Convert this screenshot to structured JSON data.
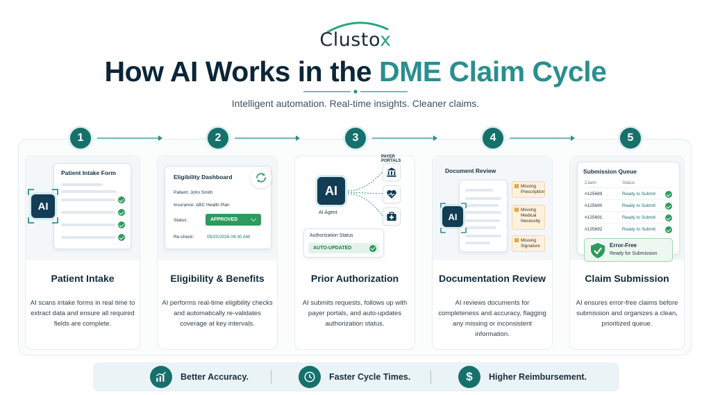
{
  "brand": {
    "logo_text": "Clusto",
    "logo_accent": "x"
  },
  "header": {
    "title_main": "How AI Works in the",
    "title_accent": "DME Claim Cycle",
    "subtitle": "Intelligent automation. Real-time insights. Cleaner claims."
  },
  "colors": {
    "teal": "#16706c",
    "accent": "#2a8f8e",
    "navy": "#0c2638",
    "check_green": "#2e9a5e",
    "warning": "#e89d2c"
  },
  "steps": [
    {
      "number": "1",
      "title": "Patient Intake",
      "description": "AI scans intake forms in real time to extract data and ensure all required fields are complete.",
      "card": {
        "title": "Patient Intake Form"
      },
      "ai_label": "AI"
    },
    {
      "number": "2",
      "title": "Eligibility & Benefits",
      "description": "AI performs real-time eligibility checks and automatically re-validates coverage at key intervals.",
      "card": {
        "title": "Eligibility Dashboard",
        "patient_label": "Patient:",
        "patient_value": "John Smith",
        "insurance_label": "Insurance:",
        "insurance_value": "ABC Health Plan",
        "status_label": "Status:",
        "status_value": "APPROVED",
        "recheck_label": "Re-check:",
        "recheck_value": "05/20/2026 09:30 AM"
      }
    },
    {
      "number": "3",
      "title": "Prior Authorization",
      "description": "AI submits requests, follows up with payer portals, and auto-updates authorization status.",
      "card": {
        "ai_label": "AI",
        "ai_caption": "AI Agent",
        "portals_label": "PAYER PORTALS",
        "auth_title": "Authorization Status",
        "auth_value": "AUTO-UPDATED"
      }
    },
    {
      "number": "4",
      "title": "Documentation Review",
      "description": "AI reviews documents for completeness and accuracy, flagging any missing or inconsistent information.",
      "card": {
        "title": "Document Review",
        "ai_label": "AI",
        "flags": [
          "Missing Prescription",
          "Missing Medical Necessity",
          "Missing Signature"
        ]
      }
    },
    {
      "number": "5",
      "title": "Claim Submission",
      "description": "AI ensures error-free claims before submission and organizes a clean, prioritized queue.",
      "card": {
        "title": "Submission Queue",
        "col_claim": "Claim",
        "col_status": "Status",
        "rows": [
          {
            "claim": "#125689",
            "status": "Ready to Submit"
          },
          {
            "claim": "#125690",
            "status": "Ready to Submit"
          },
          {
            "claim": "#125691",
            "status": "Ready to Submit"
          },
          {
            "claim": "#125692",
            "status": "Ready to Submit"
          }
        ],
        "result_title": "Error-Free",
        "result_sub": "Ready for Submission"
      }
    }
  ],
  "benefits": [
    {
      "label": "Better Accuracy.",
      "icon": "growth-chart-icon"
    },
    {
      "label": "Faster Cycle Times.",
      "icon": "clock-icon"
    },
    {
      "label": "Higher Reimbursement.",
      "icon": "dollar-icon"
    }
  ]
}
